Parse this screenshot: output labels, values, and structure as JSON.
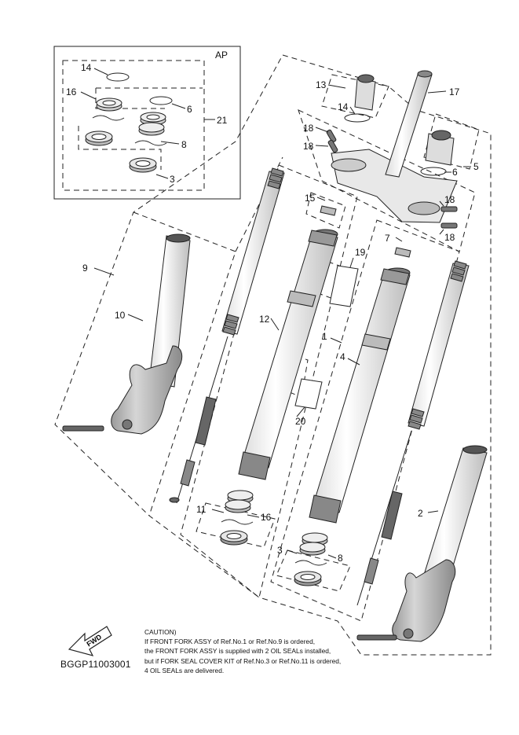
{
  "inset_tag": "AP",
  "labels": {
    "n1": "1",
    "n2": "2",
    "n3": "3",
    "n4": "4",
    "n5": "5",
    "n6": "6",
    "n7": "7",
    "n8": "8",
    "n9": "9",
    "n10": "10",
    "n11": "11",
    "n12": "12",
    "n13": "13",
    "n14": "14",
    "n15": "15",
    "n16": "16",
    "n17": "17",
    "n18": "18",
    "n19": "19",
    "n20": "20",
    "n21": "21"
  },
  "fwd": "FWD",
  "caution": {
    "title": "CAUTION)",
    "lines": [
      "If FRONT FORK ASSY of Ref.No.1 or Ref.No.9 is ordered,",
      "the FRONT FORK ASSY is supplied with 2 OIL SEALs installed,",
      "but if FORK SEAL COVER KIT of Ref.No.3 or Ref.No.11 is ordered,",
      "4 OIL SEALs are delivered."
    ]
  },
  "diagram_code": "BGGP11003001",
  "colors": {
    "line": "#222222",
    "tube": "#f2f2f2",
    "shade": "#9a9a9a",
    "dark": "#555555"
  }
}
